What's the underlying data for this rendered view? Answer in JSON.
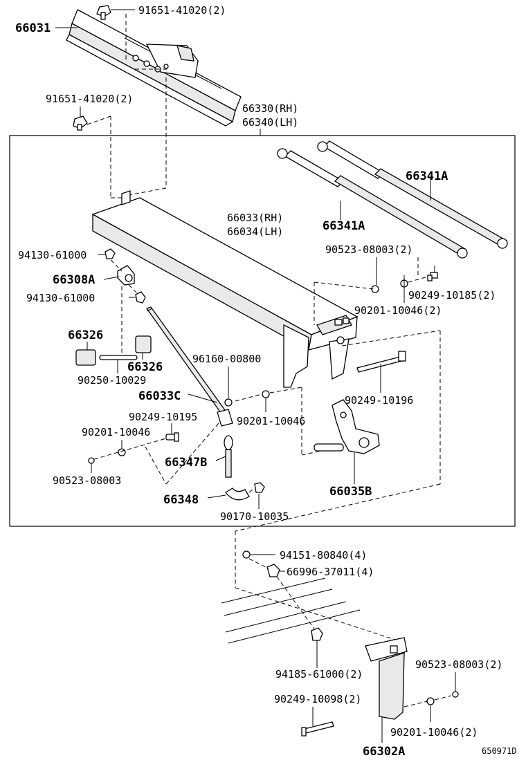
{
  "parts": {
    "p66031": "66031",
    "p91651_top": "91651-41020(2)",
    "p91651_mid": "91651-41020(2)",
    "p66330": "66330(RH)",
    "p66340": "66340(LH)",
    "p66341A_a": "66341A",
    "p66341A_b": "66341A",
    "p66033": "66033(RH)",
    "p66034": "66034(LH)",
    "p94130_a": "94130-61000",
    "p66308A": "66308A",
    "p94130_b": "94130-61000",
    "p90523_08003_a": "90523-08003(2)",
    "p90249_10185": "90249-10185(2)",
    "p90201_10046_a": "90201-10046(2)",
    "p66326_a": "66326",
    "p66326_b": "66326",
    "p90250": "90250-10029",
    "p96160": "96160-00800",
    "p66033C": "66033C",
    "p90249_10196": "90249-10196",
    "p90249_10195": "90249-10195",
    "p90201_10046_b": "90201-10046",
    "p90201_10046_c": "90201-10046",
    "p66347B": "66347B",
    "p90523_08003_b": "90523-08003",
    "p66035B": "66035B",
    "p66348": "66348",
    "p90170": "90170-10035",
    "p94151": "94151-80840(4)",
    "p66996": "66996-37011(4)",
    "p94185": "94185-61000(2)",
    "p90523_08003_c": "90523-08003(2)",
    "p90249_10098": "90249-10098(2)",
    "p90201_10046_d": "90201-10046(2)",
    "p66302A": "66302A"
  },
  "diagram_code": "650971D"
}
